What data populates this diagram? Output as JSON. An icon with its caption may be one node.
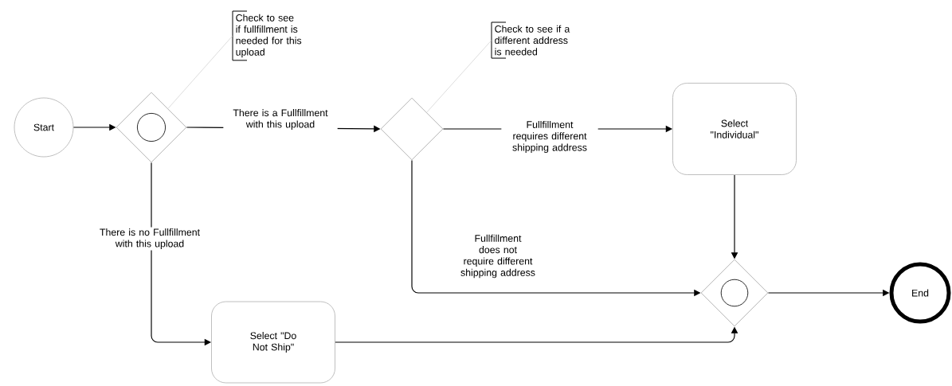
{
  "diagram": {
    "nodes": [
      {
        "text": [
          "Start"
        ]
      },
      {
        "text": [],
        "shape": "diamond"
      },
      {
        "text": [
          "Check to see if fullfillment is needed for this upload"
        ]
      },
      {
        "text": [],
        "shape": "diamond"
      },
      {
        "text": [
          "Check to see if a different address is needed"
        ]
      },
      {
        "text": [
          "Select \"Individual\""
        ]
      },
      {
        "text": [],
        "shape": "diamond"
      },
      {
        "text": [
          "End"
        ]
      },
      {
        "text": [
          "Select \"Do Not Ship\""
        ]
      }
    ],
    "edges": [
      {
        "from": 0,
        "to": 1,
        "arrow": "to"
      },
      {
        "from": 1,
        "to": 3,
        "arrow": "to",
        "label": "There is a Fullfillment with this upload"
      },
      {
        "from": 3,
        "to": 5,
        "arrow": "to",
        "label": "Fullfillment requires different shipping address"
      },
      {
        "from": 3,
        "to": 6,
        "arrow": "to",
        "label": "Fullfillment does not require different shipping address"
      },
      {
        "from": 1,
        "to": 8,
        "arrow": "to",
        "label": "There is no Fullfillment with this upload"
      },
      {
        "from": 8,
        "to": 6,
        "arrow": "to"
      },
      {
        "from": 5,
        "to": 6,
        "arrow": "to"
      },
      {
        "from": 6,
        "to": 7,
        "arrow": "to"
      },
      {
        "from": 2,
        "to": 1,
        "arrow": "none",
        "color": "#cccccc"
      },
      {
        "from": 4,
        "to": 3,
        "arrow": "none",
        "color": "#cccccc"
      }
    ]
  }
}
